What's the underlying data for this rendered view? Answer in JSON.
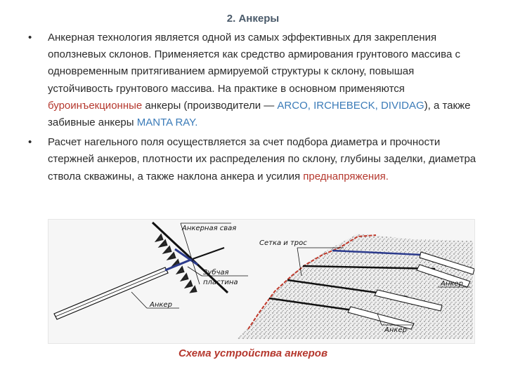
{
  "title": "2. Анкеры",
  "bullet_symbol": "•",
  "bullet1": {
    "part1": "Анкерная технология является одной из самых эффективных для закрепления оползневых склонов. Применяется как средство армирования грунтового массива с одновременным притягиванием армируемой структуры к склону, повышая устойчивость грунтового массива. На практике в основном применяются ",
    "hl1": "буроинъекционные",
    "part2": " анкеры (производители — ",
    "brands": "ARCO, IRCHEBECK, DIVIDAG",
    "part3": "), а также забивные анкеры ",
    "brand2": "MANTA RAY."
  },
  "bullet2": {
    "part1": "Расчет нагельного поля осуществляется за счет подбора диаметра и прочности стержней анкеров, плотности их распределения по склону, глубины заделки, диаметра ствола скважины, а также наклона анкера и усилия ",
    "hl": "преднапряжения."
  },
  "figure": {
    "label_anchor_pile": "Анкерная свая",
    "label_tooth_plate_line1": "Зубчая",
    "label_tooth_plate_line2": "пластина",
    "label_anchor_left": "Анкер",
    "label_mesh": "Сетка и трос",
    "label_anchor_right1": "Анкер",
    "label_anchor_right2": "Анкер"
  },
  "caption": "Схема устройства анкеров",
  "colors": {
    "title": "#4a5a6a",
    "highlight_red": "#b5382e",
    "highlight_blue": "#3b7bb8",
    "cable_red": "#c0392b",
    "anchor_blue": "#2b3a8c"
  }
}
